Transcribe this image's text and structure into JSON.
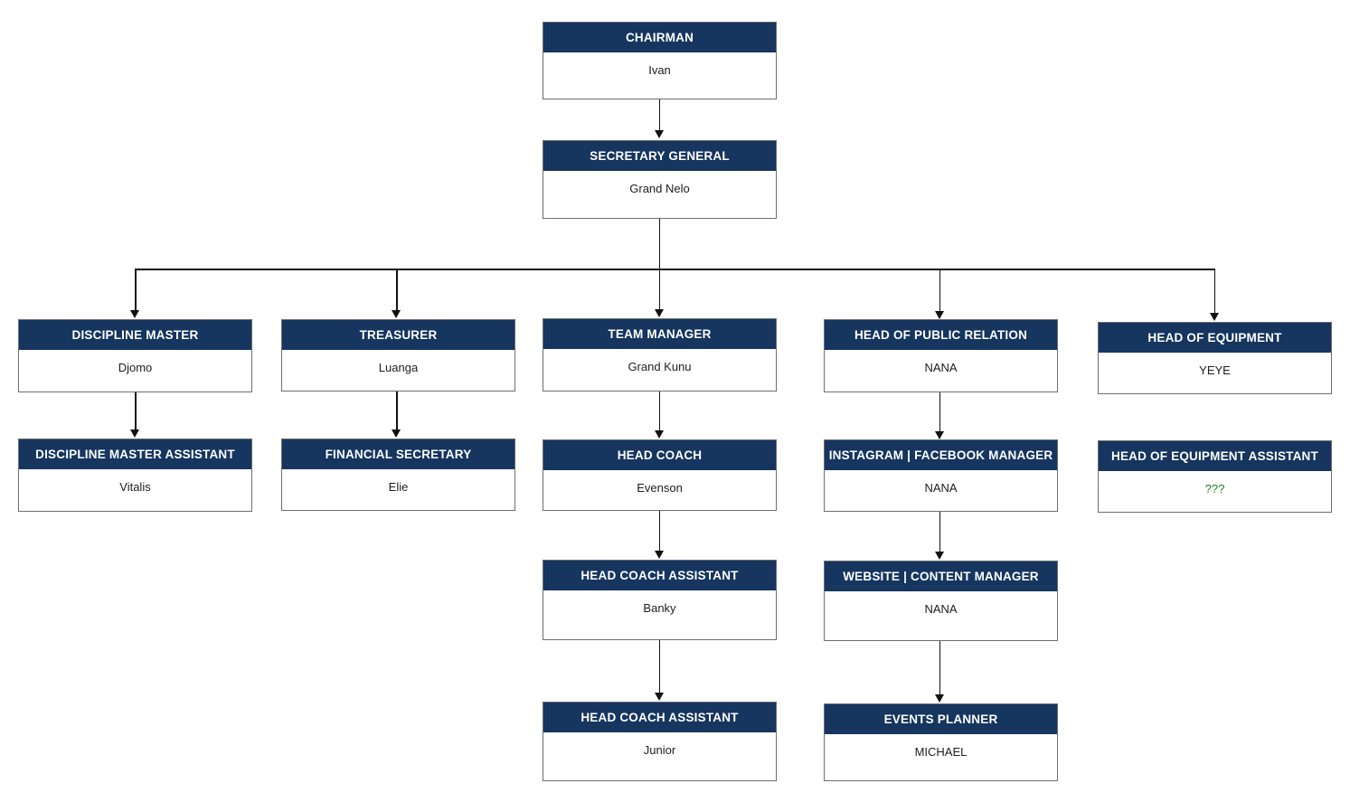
{
  "chart_data": {
    "type": "diagram",
    "diagram_type": "organizational-chart",
    "title": "",
    "nodes": [
      {
        "id": "chairman",
        "title": "CHAIRMAN",
        "person": "Ivan",
        "level": 0,
        "column": 3
      },
      {
        "id": "secgen",
        "title": "SECRETARY GENERAL",
        "person": "Grand Nelo",
        "level": 1,
        "column": 3
      },
      {
        "id": "discmaster",
        "title": "DISCIPLINE MASTER",
        "person": "Djomo",
        "level": 2,
        "column": 1
      },
      {
        "id": "discasst",
        "title": "DISCIPLINE MASTER ASSISTANT",
        "person": "Vitalis",
        "level": 3,
        "column": 1
      },
      {
        "id": "treasurer",
        "title": "TREASURER",
        "person": "Luanga",
        "level": 2,
        "column": 2
      },
      {
        "id": "finsec",
        "title": "FINANCIAL SECRETARY",
        "person": "Elie",
        "level": 3,
        "column": 2
      },
      {
        "id": "teammgr",
        "title": "TEAM MANAGER",
        "person": "Grand Kunu",
        "level": 2,
        "column": 3
      },
      {
        "id": "headcoach",
        "title": "HEAD COACH",
        "person": "Evenson",
        "level": 3,
        "column": 3
      },
      {
        "id": "hcasst1",
        "title": "HEAD COACH ASSISTANT",
        "person": "Banky",
        "level": 4,
        "column": 3
      },
      {
        "id": "hcasst2",
        "title": "HEAD COACH ASSISTANT",
        "person": "Junior",
        "level": 5,
        "column": 3
      },
      {
        "id": "hpr",
        "title": "HEAD OF PUBLIC RELATION",
        "person": "NANA",
        "level": 2,
        "column": 4
      },
      {
        "id": "igfb",
        "title": "INSTAGRAM | FACEBOOK MANAGER",
        "person": "NANA",
        "level": 3,
        "column": 4
      },
      {
        "id": "webcontent",
        "title": "WEBSITE | CONTENT MANAGER",
        "person": "NANA",
        "level": 4,
        "column": 4
      },
      {
        "id": "events",
        "title": "EVENTS PLANNER",
        "person": "MICHAEL",
        "level": 5,
        "column": 4
      },
      {
        "id": "headequip",
        "title": "HEAD OF EQUIPMENT",
        "person": "YEYE",
        "level": 2,
        "column": 5
      },
      {
        "id": "equipasst",
        "title": "HEAD OF EQUIPMENT ASSISTANT",
        "person": "???",
        "level": 3,
        "column": 5,
        "unknown": true
      }
    ],
    "edges": [
      {
        "from": "chairman",
        "to": "secgen"
      },
      {
        "from": "secgen",
        "to": "discmaster"
      },
      {
        "from": "secgen",
        "to": "treasurer"
      },
      {
        "from": "secgen",
        "to": "teammgr"
      },
      {
        "from": "secgen",
        "to": "hpr"
      },
      {
        "from": "secgen",
        "to": "headequip"
      },
      {
        "from": "discmaster",
        "to": "discasst"
      },
      {
        "from": "treasurer",
        "to": "finsec"
      },
      {
        "from": "teammgr",
        "to": "headcoach"
      },
      {
        "from": "headcoach",
        "to": "hcasst1"
      },
      {
        "from": "hcasst1",
        "to": "hcasst2"
      },
      {
        "from": "hpr",
        "to": "igfb"
      },
      {
        "from": "igfb",
        "to": "webcontent"
      },
      {
        "from": "webcontent",
        "to": "events"
      }
    ],
    "colors": {
      "header_navy": "#16355f",
      "header_text": "#ffffff",
      "body_bg": "#ffffff",
      "body_text": "#1d1d1d",
      "border": "#6e6e6e",
      "connector": "#111111",
      "unknown_text": "#1a7d23"
    }
  },
  "chart": {
    "chairman": {
      "title": "CHAIRMAN",
      "person": "Ivan"
    },
    "secgen": {
      "title": "SECRETARY GENERAL",
      "person": "Grand Nelo"
    },
    "discmaster": {
      "title": "DISCIPLINE MASTER",
      "person": "Djomo"
    },
    "discasst": {
      "title": "DISCIPLINE MASTER ASSISTANT",
      "person": "Vitalis"
    },
    "treasurer": {
      "title": "TREASURER",
      "person": "Luanga"
    },
    "finsec": {
      "title": "FINANCIAL SECRETARY",
      "person": "Elie"
    },
    "teammgr": {
      "title": "TEAM MANAGER",
      "person": "Grand Kunu"
    },
    "headcoach": {
      "title": "HEAD COACH",
      "person": "Evenson"
    },
    "hcasst1": {
      "title": "HEAD COACH ASSISTANT",
      "person": "Banky"
    },
    "hcasst2": {
      "title": "HEAD COACH ASSISTANT",
      "person": "Junior"
    },
    "hpr": {
      "title": "HEAD OF PUBLIC RELATION",
      "person": "NANA"
    },
    "igfb": {
      "title": "INSTAGRAM | FACEBOOK MANAGER",
      "person": "NANA"
    },
    "webcontent": {
      "title": "WEBSITE | CONTENT MANAGER",
      "person": "NANA"
    },
    "events": {
      "title": "EVENTS PLANNER",
      "person": "MICHAEL"
    },
    "headequip": {
      "title": "HEAD OF EQUIPMENT",
      "person": "YEYE"
    },
    "equipasst": {
      "title": "HEAD OF EQUIPMENT ASSISTANT",
      "person": "???"
    }
  }
}
